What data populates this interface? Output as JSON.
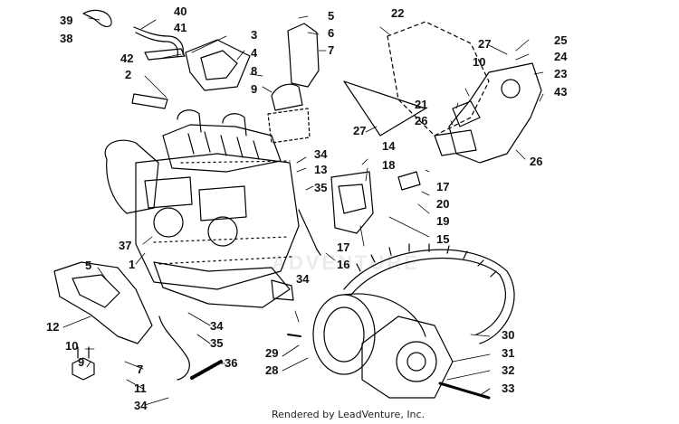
{
  "diagram": {
    "footer_text": "Rendered by LeadVenture, Inc.",
    "watermark_text": "ADVENTURE",
    "part_labels": [
      "39",
      "38",
      "40",
      "41",
      "42",
      "2",
      "3",
      "4",
      "8",
      "9",
      "5",
      "6",
      "7",
      "22",
      "27",
      "10",
      "25",
      "24",
      "23",
      "43",
      "21",
      "26",
      "27",
      "34",
      "13",
      "35",
      "14",
      "18",
      "17",
      "20",
      "19",
      "15",
      "17",
      "16",
      "37",
      "1",
      "5",
      "12",
      "10",
      "9",
      "34",
      "34",
      "35",
      "29",
      "28",
      "36",
      "7",
      "11",
      "34",
      "30",
      "31",
      "32",
      "33",
      "26"
    ]
  }
}
